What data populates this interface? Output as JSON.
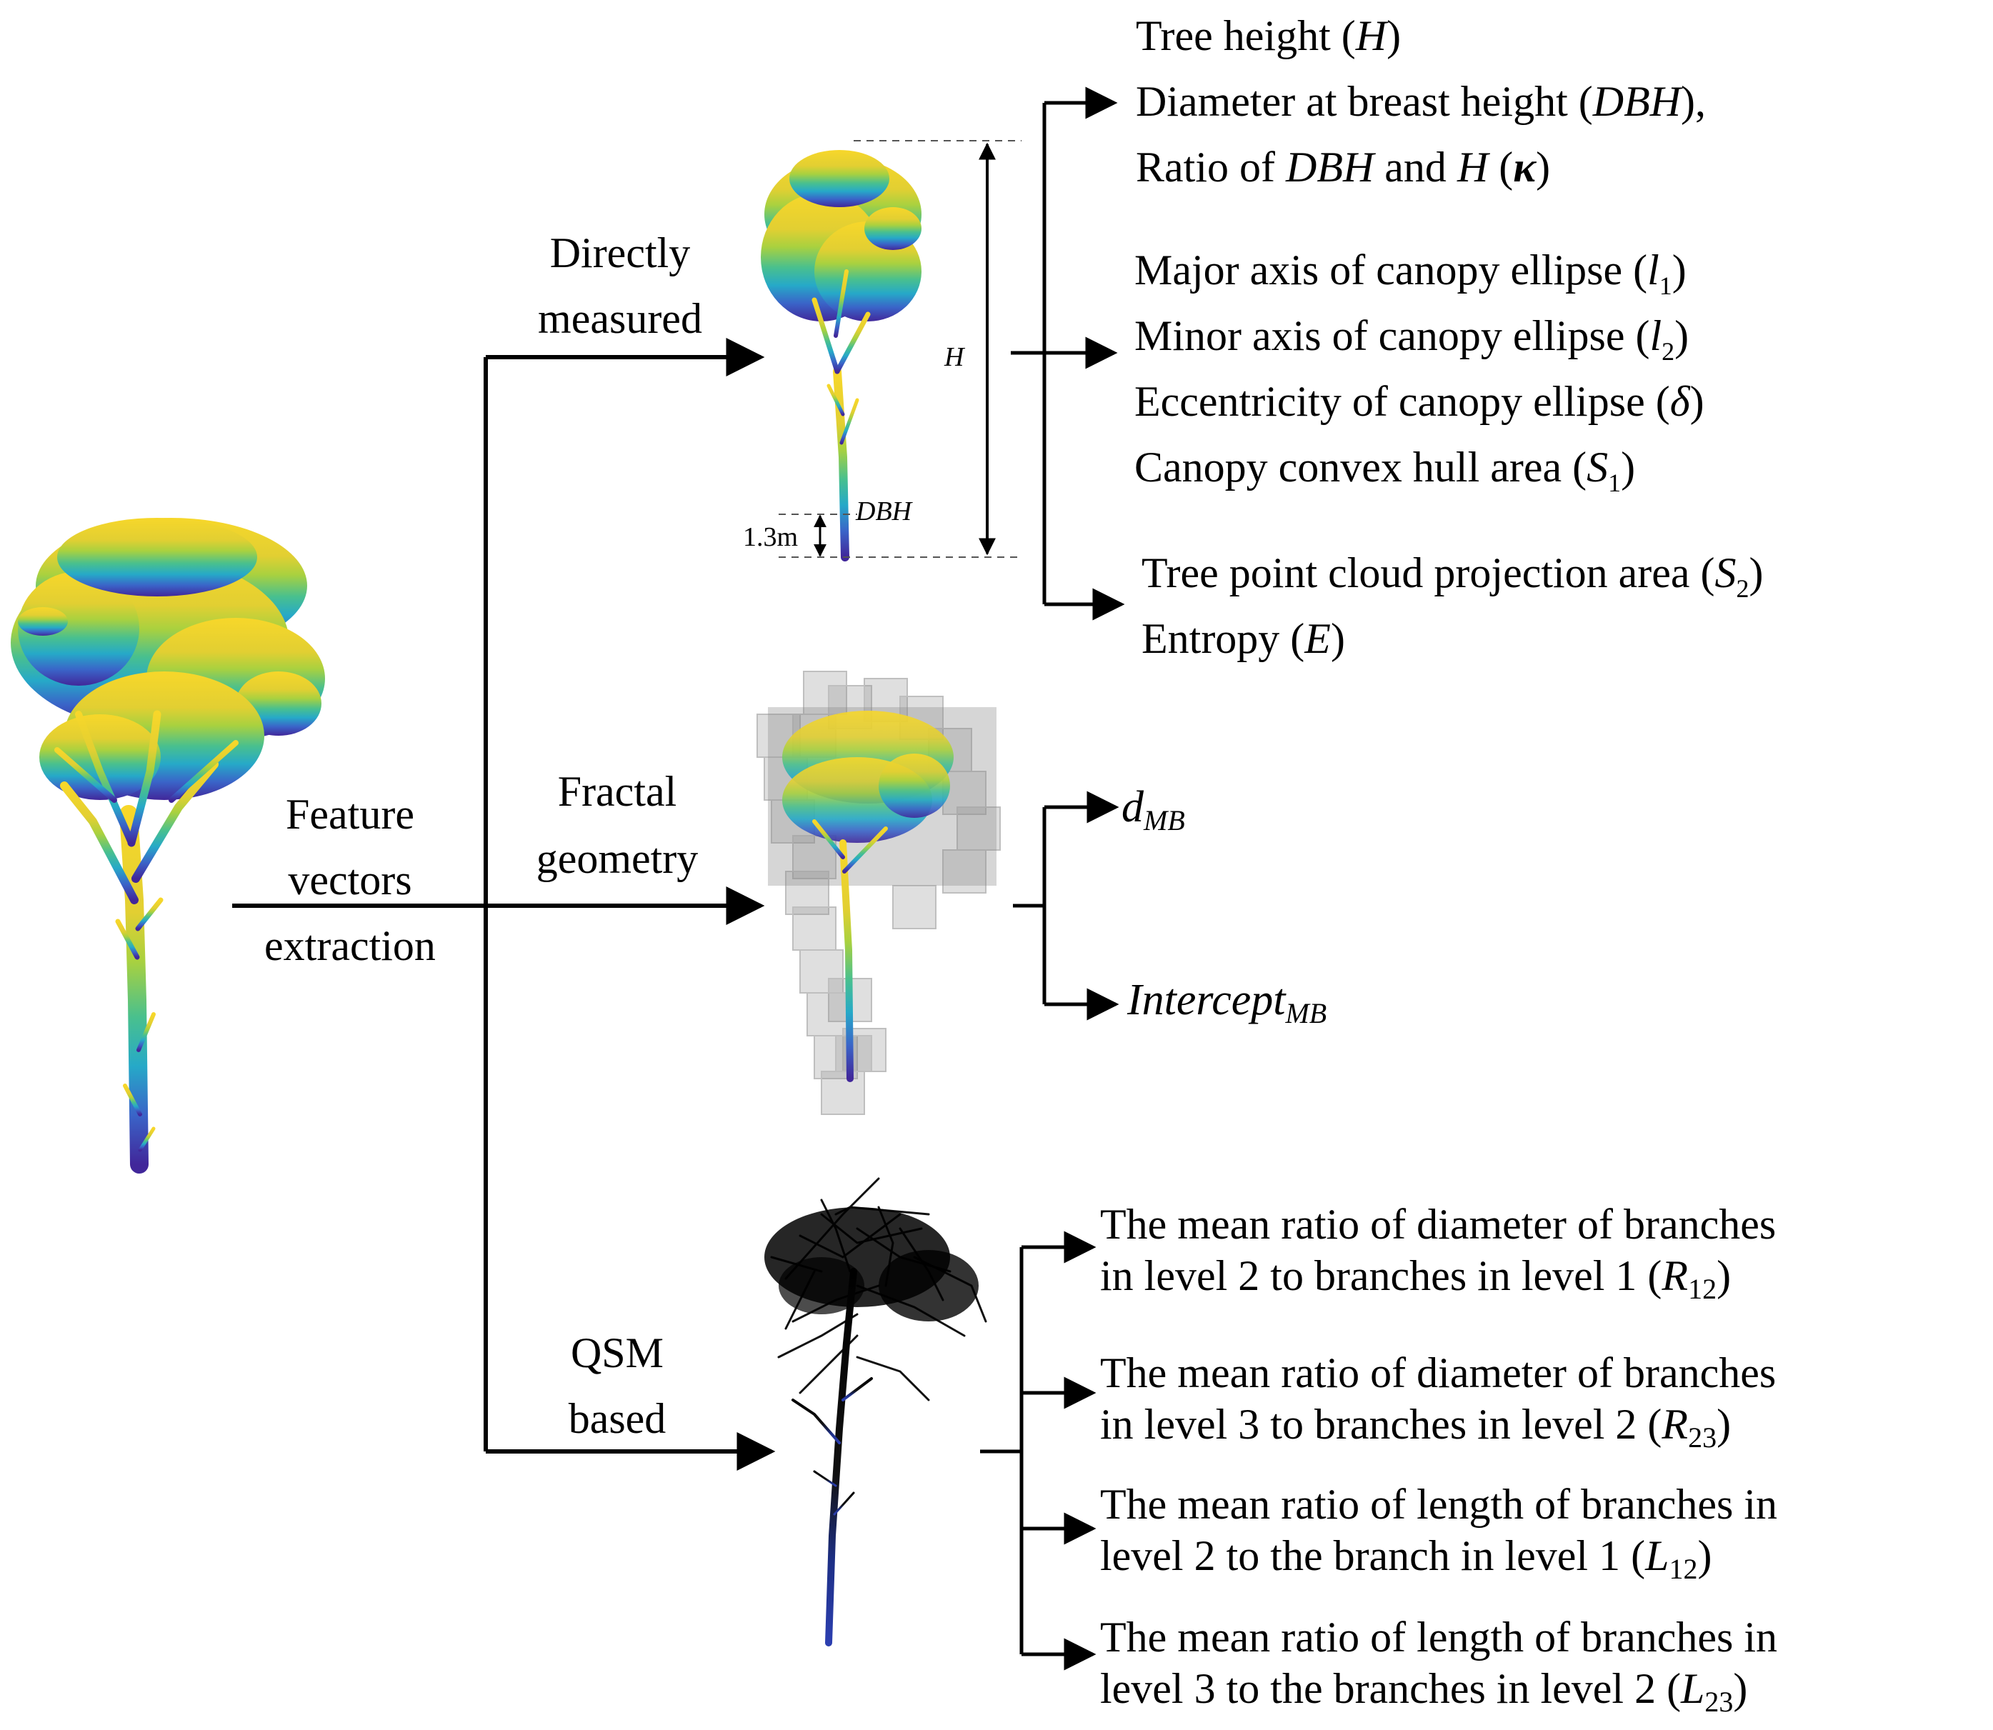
{
  "center": {
    "line1": "Feature",
    "line2": "vectors",
    "line3": "extraction"
  },
  "branches": {
    "direct": {
      "line1": "Directly",
      "line2": "measured"
    },
    "fractal": {
      "line1": "Fractal",
      "line2": "geometry"
    },
    "qsm": {
      "line1": "QSM",
      "line2": "based"
    }
  },
  "annotations": {
    "h": "H",
    "dbh": "DBH",
    "height_13": "1.3m"
  },
  "direct_group1": {
    "f1": "Tree height (",
    "f1_sym": "H",
    "f1_end": ")",
    "f2": "Diameter at breast height (",
    "f2_sym": "DBH",
    "f2_end": "),",
    "f3": "Ratio of ",
    "f3_sym1": "DBH",
    "f3_mid": " and ",
    "f3_sym2": "H",
    "f3_open": " (",
    "f3_sym3": "κ",
    "f3_end": ")"
  },
  "direct_group2": {
    "f4": "Major axis of canopy ellipse (",
    "f4_sym": "l",
    "f4_sub": "1",
    "f4_end": ")",
    "f5": "Minor axis of canopy ellipse (",
    "f5_sym": "l",
    "f5_sub": "2",
    "f5_end": ")",
    "f6": "Eccentricity of canopy ellipse (",
    "f6_sym": "δ",
    "f6_end": ")",
    "f7": "Canopy convex hull area (",
    "f7_sym": "S",
    "f7_sub": "1",
    "f7_end": ")"
  },
  "direct_group3": {
    "f8": "Tree point cloud projection area (",
    "f8_sym": "S",
    "f8_sub": "2",
    "f8_end": ")",
    "f9": "Entropy (",
    "f9_sym": "E",
    "f9_end": ")"
  },
  "fractal_features": {
    "d_sym": "d",
    "d_sub": "MB",
    "i_sym": "Intercept",
    "i_sub": "MB"
  },
  "qsm_features": {
    "r12_l1": "The mean ratio of diameter of branches",
    "r12_l2": "in level 2 to branches in level 1 (",
    "r12_sym": "R",
    "r12_sub": "12",
    "r12_end": ")",
    "r23_l1": "The mean ratio of diameter of branches",
    "r23_l2": "in level 3 to branches in level 2 (",
    "r23_sym": "R",
    "r23_sub": "23",
    "r23_end": ")",
    "l12_l1": "The mean ratio of length of branches in",
    "l12_l2": "level 2 to the branch in level 1 (",
    "l12_sym": "L",
    "l12_sub": "12",
    "l12_end": ")",
    "l23_l1": "The mean ratio of length of branches in",
    "l23_l2": "level 3 to the branches in level 2 (",
    "l23_sym": "L",
    "l23_sub": "23",
    "l23_end": ")"
  },
  "colors": {
    "canopy_top": "#f2d22a",
    "canopy_mid": "#a8cf3c",
    "trunk_mid": "#2bb2c4",
    "trunk_base": "#3c2a9c",
    "voxel": "#8c8c8c",
    "qsm_line": "#111111"
  }
}
